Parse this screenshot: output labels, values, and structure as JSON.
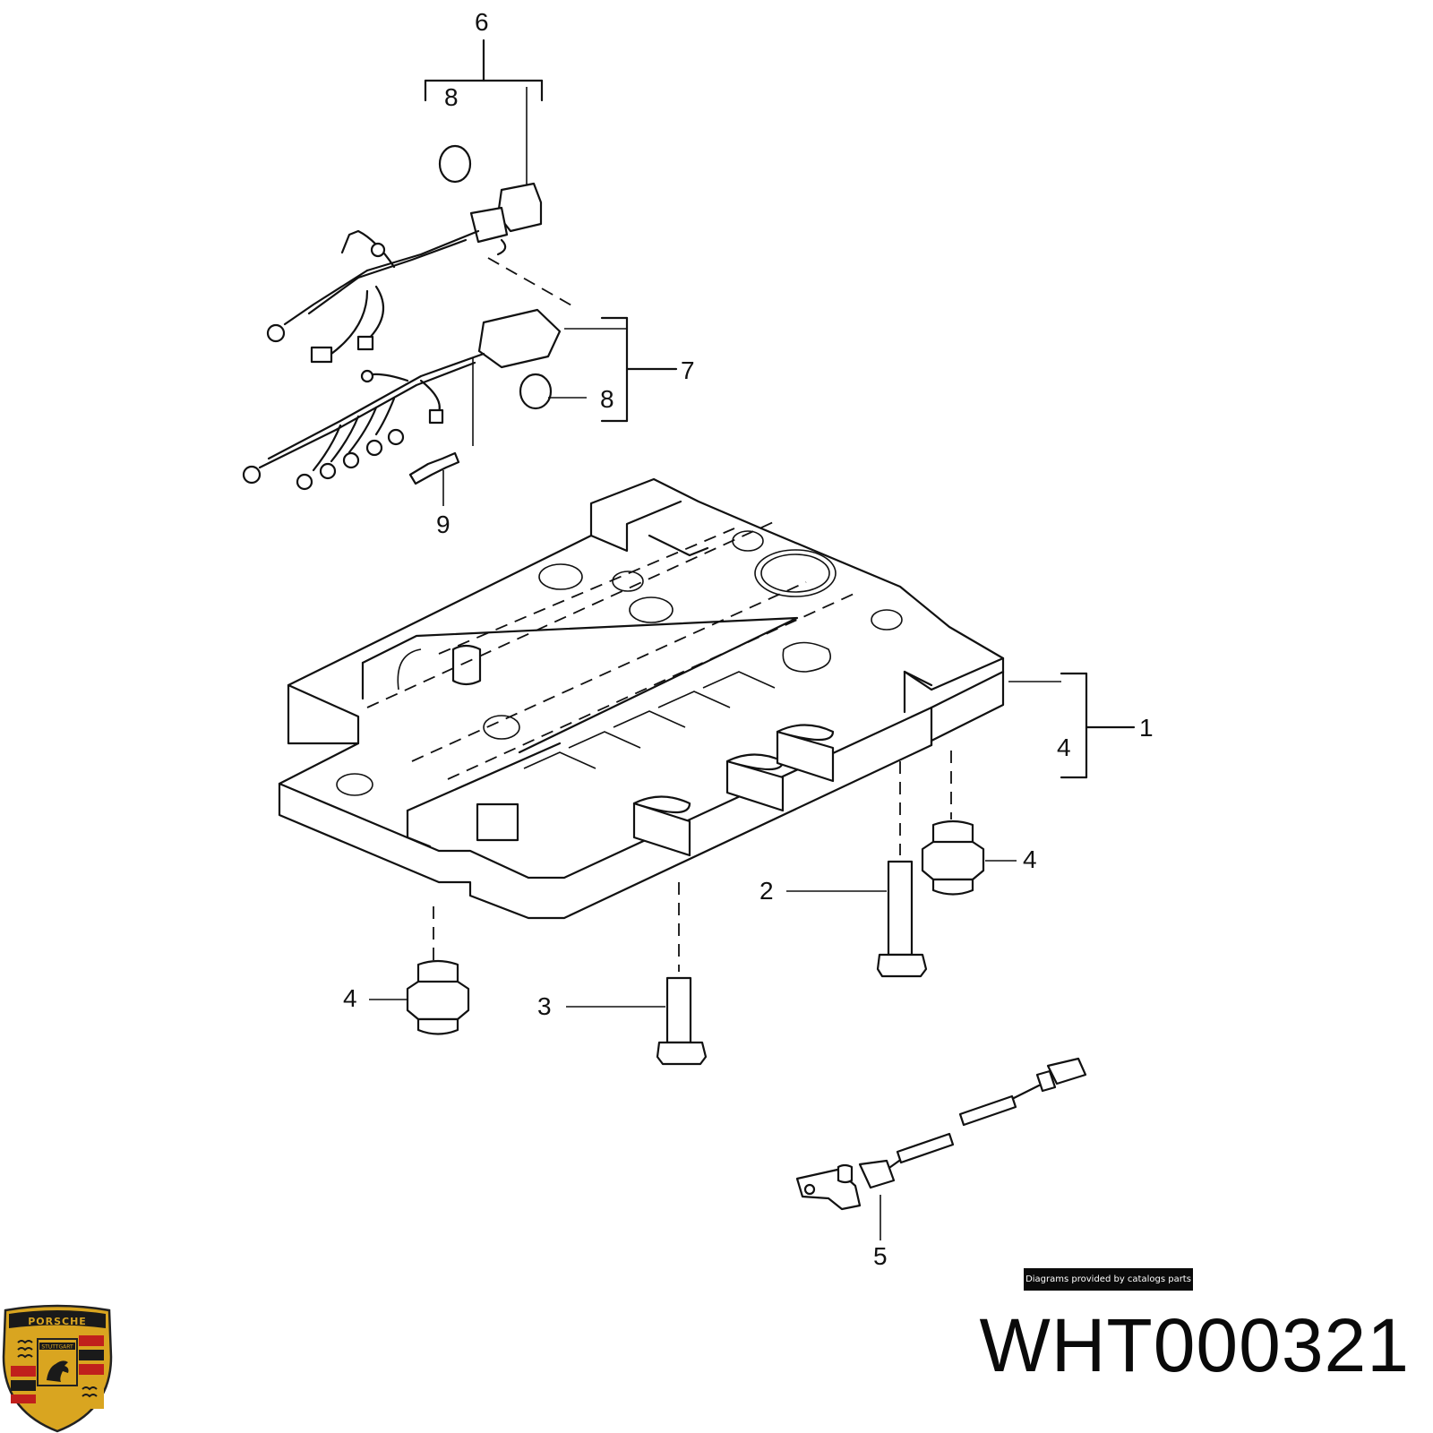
{
  "callouts": {
    "c6": "6",
    "c8_top": "8",
    "c7": "7",
    "c8_mid": "8",
    "c9": "9",
    "c1": "1",
    "c4_bracket": "4",
    "c4_right": "4",
    "c2": "2",
    "c4_left": "4",
    "c3": "3",
    "c5": "5"
  },
  "footer": {
    "credit": "Diagrams provided by catalogs parts",
    "part_number": "WHT000321"
  },
  "logo": {
    "icon": "porsche-crest-icon",
    "brand_text": "PORSCHE",
    "city_text": "STUTTGART"
  },
  "colors": {
    "line": "#111111",
    "background": "#ffffff",
    "crest_gold": "#d9a520",
    "crest_red": "#c0201c",
    "badge": "#0a0a0a"
  }
}
